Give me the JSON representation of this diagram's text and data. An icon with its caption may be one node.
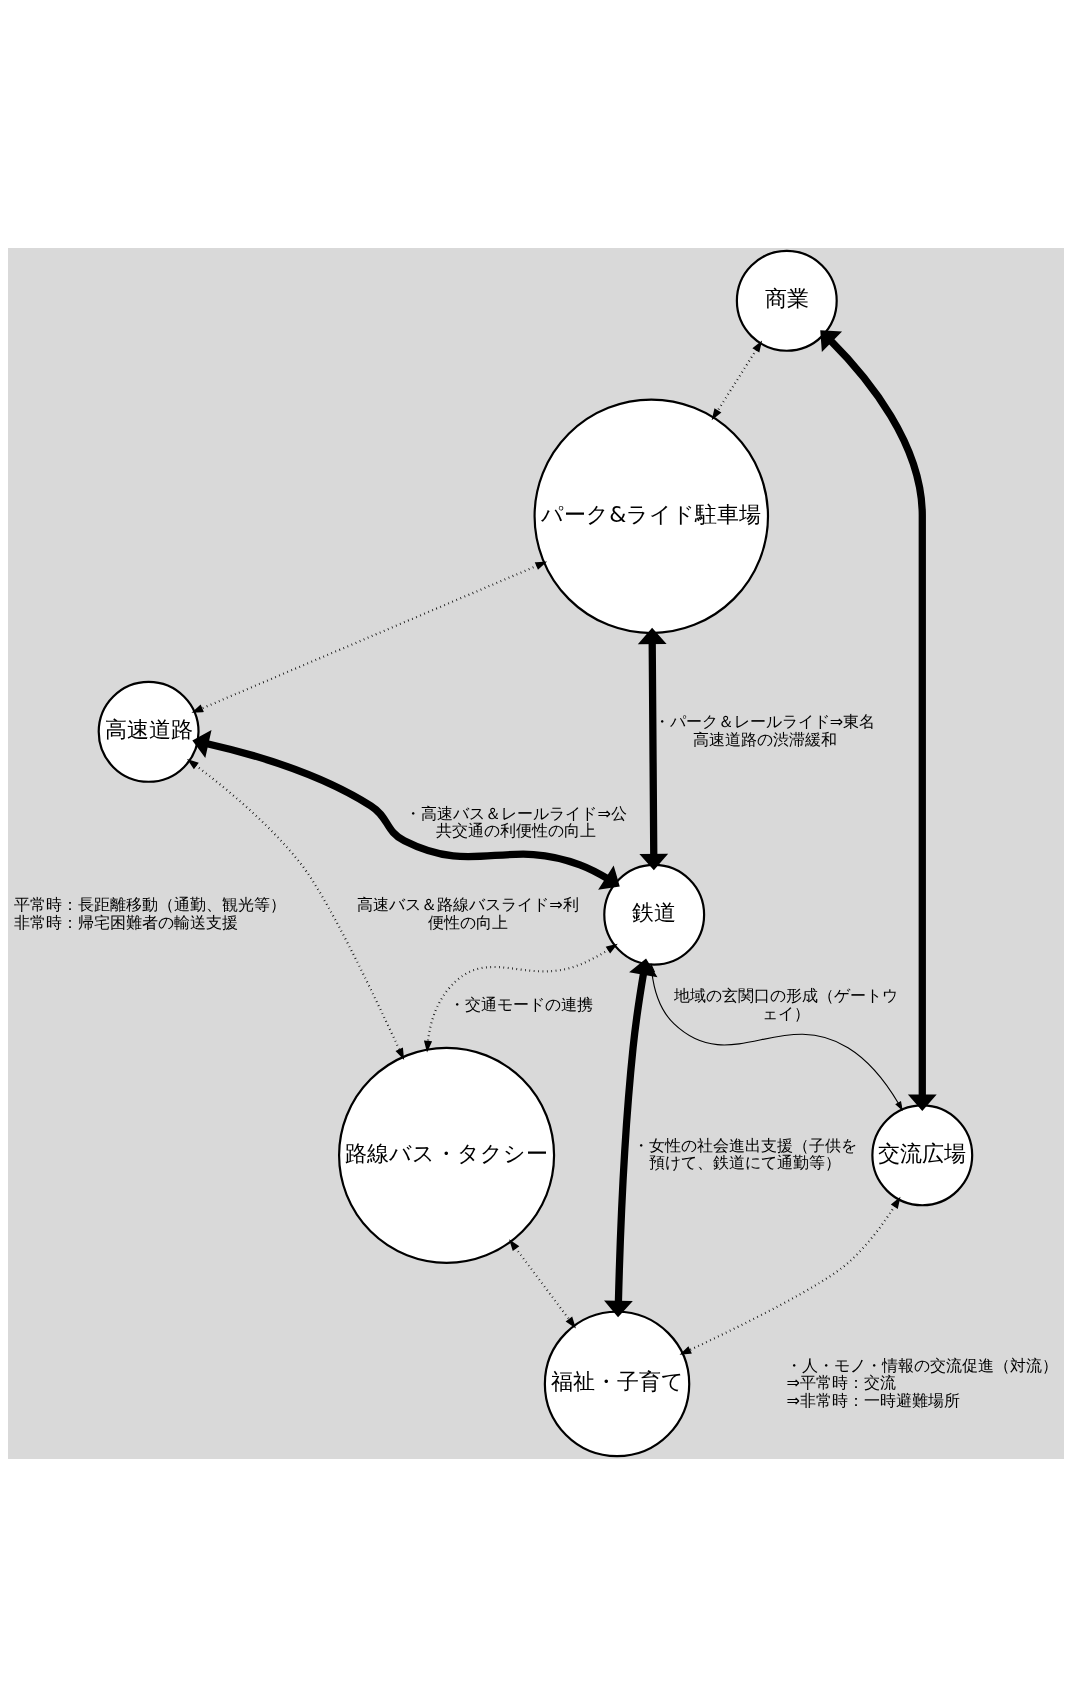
{
  "diagram": {
    "nodes": [
      {
        "text": [
          "パーク&ライド駐車場"
        ]
      },
      {
        "text": [
          "高速道路"
        ],
        "beside": [
          "平常時：長距離移動（通勤、観光等）",
          "非常時：帰宅困難者の輸送支援"
        ]
      },
      {
        "text": [
          "路線バス・タクシー"
        ]
      },
      {
        "text": [
          "商業"
        ]
      },
      {
        "text": [
          "鉄道"
        ]
      },
      {
        "text": [
          "交流広場"
        ],
        "beside": [
          "・人・モノ・情報の交流促進（対流）",
          "⇒平常時：交流",
          "⇒非常時：一時避難場所"
        ]
      },
      {
        "text": [
          "福祉・子育て"
        ]
      }
    ],
    "edges": [
      {
        "from": 3,
        "to": 0,
        "arrow": "both",
        "style": "dashed"
      },
      {
        "from": 0,
        "to": 1,
        "arrow": "both",
        "style": "dashed"
      },
      {
        "from": 1,
        "to": 2,
        "arrow": "both",
        "style": "dashed",
        "label": "高速バス＆路線バスライド⇒利便性の向上"
      },
      {
        "from": 0,
        "to": 4,
        "arrow": "both",
        "style": "thick",
        "label": "・パーク＆レールライド⇒東名高速道路の渋滞緩和"
      },
      {
        "from": 1,
        "to": 4,
        "arrow": "both",
        "style": "thick",
        "label": "・高速バス＆レールライド⇒公共交通の利便性の向上"
      },
      {
        "from": 4,
        "to": 2,
        "arrow": "both",
        "style": "dashed",
        "label": "・交通モードの連携"
      },
      {
        "from": 2,
        "to": 6,
        "arrow": "both",
        "style": "dashed"
      },
      {
        "from": 3,
        "to": 5,
        "arrow": "both",
        "style": "thick"
      },
      {
        "from": 4,
        "to": 5,
        "arrow": "both",
        "label": "地域の玄関口の形成（ゲートウェイ）"
      },
      {
        "from": 4,
        "to": 6,
        "arrow": "both",
        "style": "thick",
        "label": "・女性の社会進出支援（子供を預けて、鉄道にて通勤等）"
      },
      {
        "from": 5,
        "to": 6,
        "arrow": "both",
        "style": "dashed"
      }
    ]
  }
}
